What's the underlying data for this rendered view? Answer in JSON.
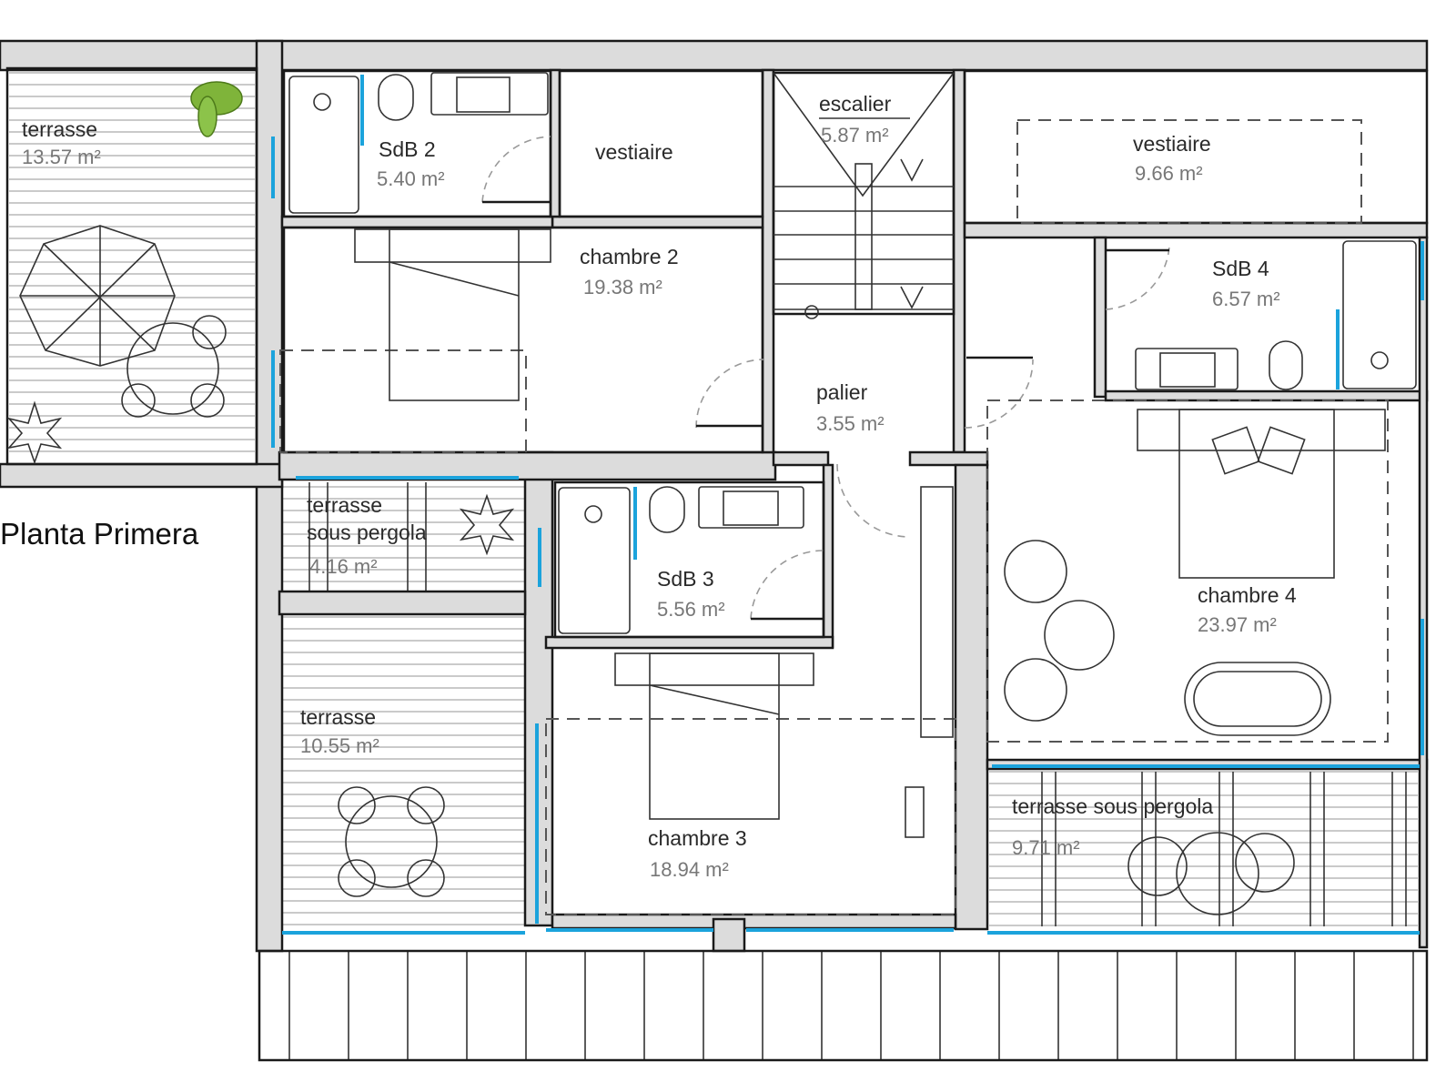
{
  "plan_title": "Planta Primera",
  "colors": {
    "window": "#1ba3dc",
    "wall_fill": "#dcdcdc",
    "plant": "#7fb43a"
  },
  "rooms": {
    "terrasse_nw": {
      "name": "terrasse",
      "area": "13.57 m²"
    },
    "sdb2": {
      "name": "SdB 2",
      "area": "5.40 m²"
    },
    "vestiaire_left": {
      "name": "vestiaire"
    },
    "escalier": {
      "name": "escalier",
      "area": "5.87 m²"
    },
    "vestiaire_right": {
      "name": "vestiaire",
      "area": "9.66 m²"
    },
    "chambre2": {
      "name": "chambre 2",
      "area": "19.38 m²"
    },
    "sdb4": {
      "name": "SdB 4",
      "area": "6.57 m²"
    },
    "palier": {
      "name": "palier",
      "area": "3.55 m²"
    },
    "terrasse_pergola_w": {
      "name_line1": "terrasse",
      "name_line2": "sous pergola",
      "area": "4.16 m²"
    },
    "sdb3": {
      "name": "SdB 3",
      "area": "5.56 m²"
    },
    "chambre4": {
      "name": "chambre 4",
      "area": "23.97 m²"
    },
    "terrasse_sw": {
      "name": "terrasse",
      "area": "10.55 m²"
    },
    "chambre3": {
      "name": "chambre 3",
      "area": "18.94 m²"
    },
    "terrasse_pergola_e": {
      "name": "terrasse sous pergola",
      "area": "9.71 m²"
    }
  }
}
